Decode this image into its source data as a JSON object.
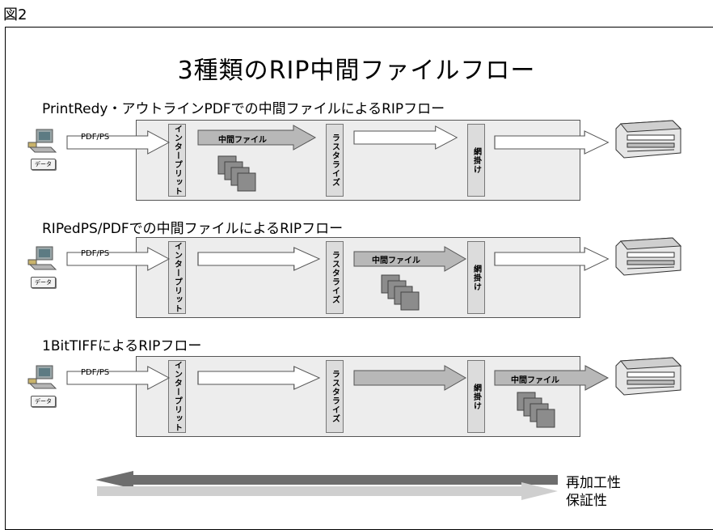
{
  "figure_label": "図2",
  "title": "3種類のRIP中間ファイルフロー",
  "flows": [
    {
      "title": "PrintRedy・アウトラインPDFでの中間ファイルによるRIPフロー",
      "input_label": "PDF/PS",
      "data_badge": "データ",
      "stage_interpret": "インタープリット",
      "stage_rasterize": "ラスタライズ",
      "stage_screen": "網掛け",
      "intermediate_label": "中間ファイル"
    },
    {
      "title": "RIPedPS/PDFでの中間ファイルによるRIPフロー",
      "input_label": "PDF/PS",
      "data_badge": "データ",
      "stage_interpret": "インタープリット",
      "stage_rasterize": "ラスタライズ",
      "stage_screen": "網掛け",
      "intermediate_label": "中間ファイル"
    },
    {
      "title": "1BitTIFFによるRIPフロー",
      "input_label": "PDF/PS",
      "data_badge": "データ",
      "stage_interpret": "インタープリット",
      "stage_rasterize": "ラスタライズ",
      "stage_screen": "網掛け",
      "intermediate_label": "中間ファイル"
    }
  ],
  "legend": {
    "reprocessability": "再加工性",
    "assurance": "保証性"
  },
  "colors": {
    "intermediate_arrow": "#b8b8b8",
    "file_stack": "#8c8c8c",
    "legend_dark": "#6e6e6e",
    "legend_light": "#cfcfcf"
  }
}
